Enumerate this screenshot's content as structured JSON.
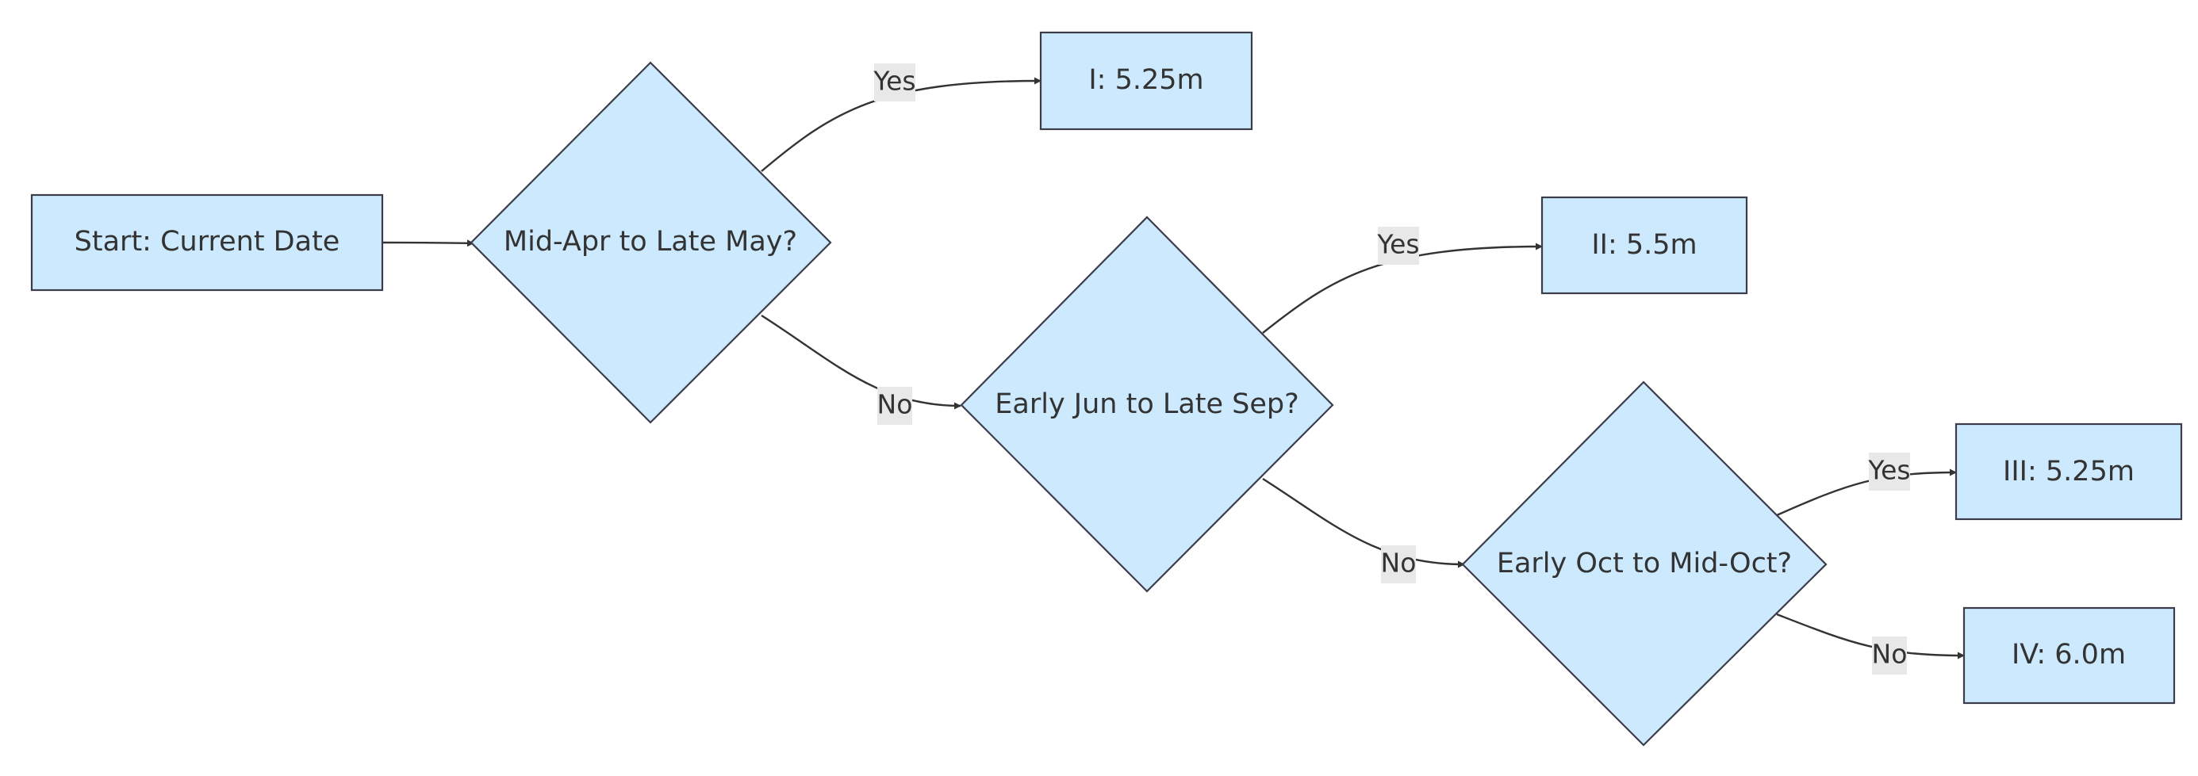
{
  "nodes": {
    "start": "Start: Current Date",
    "q1": "Mid-Apr to Late May?",
    "q2": "Early Jun to Late Sep?",
    "q3": "Early Oct to Mid-Oct?",
    "r1": "I: 5.25m",
    "r2": "II: 5.5m",
    "r3": "III: 5.25m",
    "r4": "IV: 6.0m"
  },
  "edges": {
    "start_q1": "",
    "q1_yes": "Yes",
    "q1_no": "No",
    "q2_yes": "Yes",
    "q2_no": "No",
    "q3_yes": "Yes",
    "q3_no": "No"
  },
  "colors": {
    "node_fill": "#cce9fd",
    "node_stroke": "#3c3c4a",
    "edge": "#333333",
    "label_background": "#e8e8e8"
  }
}
